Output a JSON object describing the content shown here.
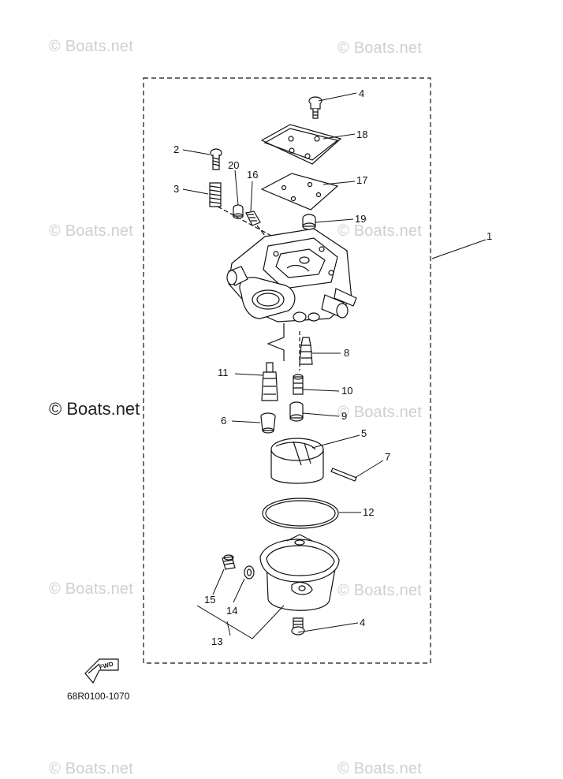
{
  "watermarks": {
    "faint": "© Boats.net",
    "main": "© Boats.net"
  },
  "callouts": [
    "1",
    "2",
    "3",
    "4",
    "5",
    "6",
    "7",
    "8",
    "9",
    "10",
    "11",
    "12",
    "13",
    "14",
    "15",
    "16",
    "17",
    "18",
    "19",
    "20",
    "4"
  ],
  "fwd_label": "FWD",
  "diagram_code": "68R0100-1070",
  "colors": {
    "line": "#111111",
    "part_fill": "#ffffff",
    "watermark": "#cfcfcf"
  }
}
